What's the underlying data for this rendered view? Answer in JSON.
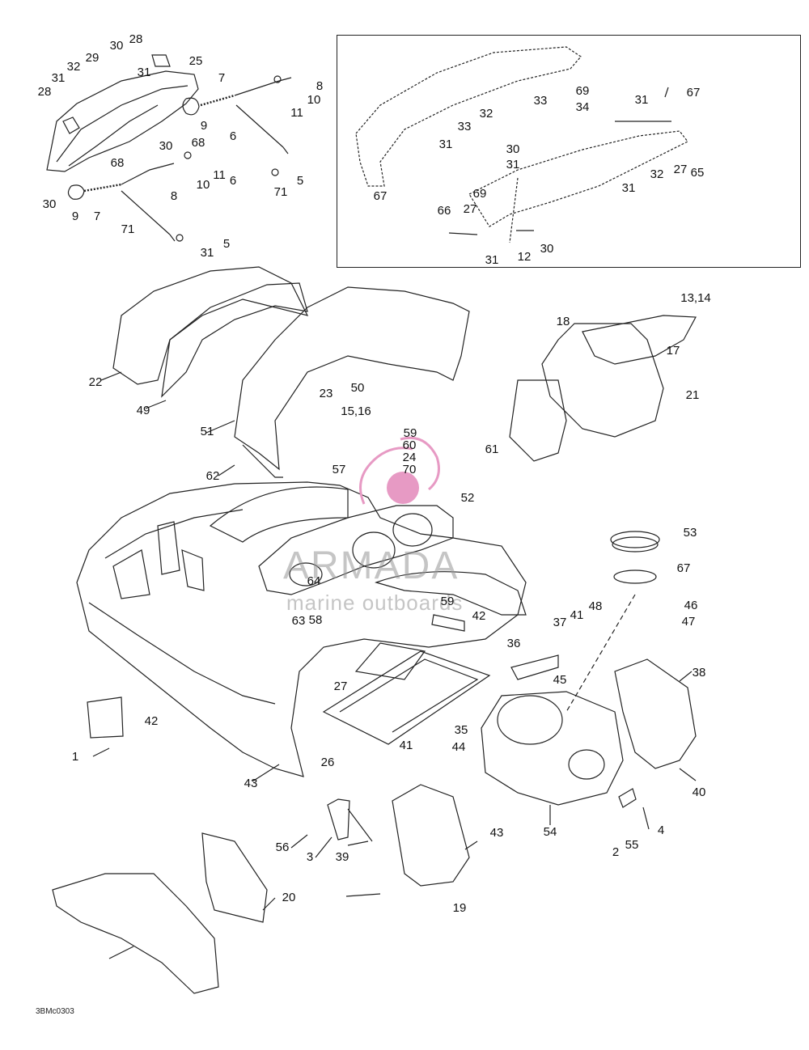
{
  "watermark": {
    "title": "ARMADA",
    "subtitle": "marine outboards",
    "brand_color": "#e79ac4"
  },
  "drawing_code": "3BMc0303",
  "callouts": [
    "30",
    "28",
    "32",
    "29",
    "31",
    "25",
    "31",
    "7",
    "8",
    "28",
    "10",
    "11",
    "9",
    "30",
    "68",
    "6",
    "68",
    "11",
    "30",
    "10",
    "8",
    "9",
    "7",
    "5",
    "6",
    "71",
    "71",
    "5",
    "31",
    "69",
    "67",
    "31",
    "33",
    "32",
    "34",
    "33",
    "31",
    "30",
    "27",
    "65",
    "32",
    "31",
    "31",
    "67",
    "69",
    "66",
    "27",
    "30",
    "31",
    "12",
    "13,14",
    "18",
    "17",
    "21",
    "22",
    "49",
    "50",
    "23",
    "51",
    "15,16",
    "61",
    "59",
    "60",
    "24",
    "62",
    "70",
    "57",
    "52",
    "53",
    "67",
    "64",
    "59",
    "63",
    "58",
    "42",
    "46",
    "48",
    "41",
    "47",
    "37",
    "36",
    "38",
    "45",
    "27",
    "42",
    "35",
    "41",
    "44",
    "26",
    "1",
    "43",
    "40",
    "54",
    "4",
    "56",
    "55",
    "2",
    "3",
    "39",
    "43",
    "19",
    "20"
  ]
}
